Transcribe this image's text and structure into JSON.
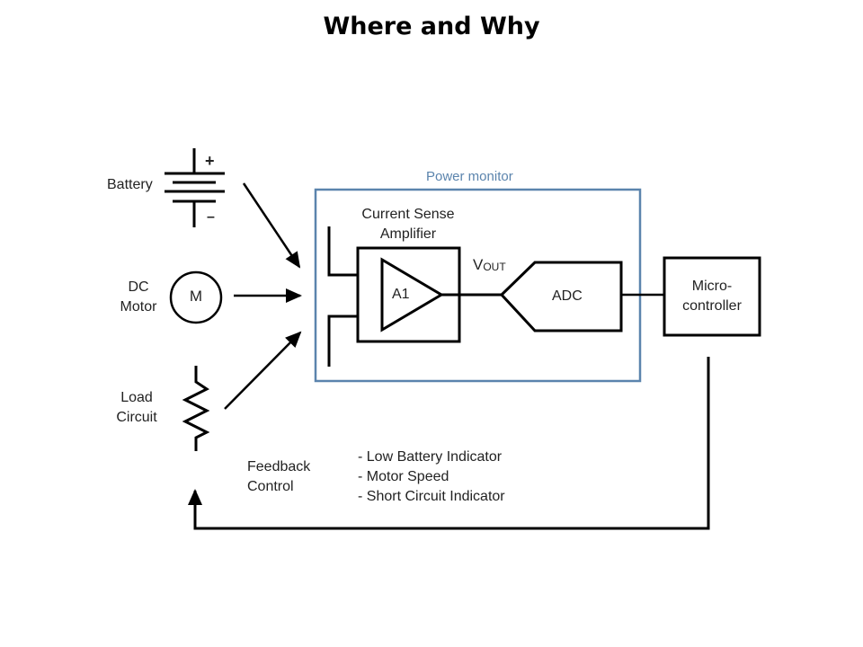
{
  "title": "Where and Why",
  "sources": {
    "battery": {
      "label": "Battery",
      "plus": "+",
      "minus": "–"
    },
    "motor": {
      "label_line1": "DC",
      "label_line2": "Motor",
      "symbol": "M"
    },
    "load": {
      "label_line1": "Load",
      "label_line2": "Circuit"
    }
  },
  "power_monitor": {
    "label": "Power monitor",
    "border_color": "#5b84ad",
    "amplifier": {
      "label_line1": "Current Sense",
      "label_line2": "Amplifier",
      "symbol": "A1"
    },
    "output": {
      "label": "V",
      "subscript": "OUT"
    },
    "adc": {
      "label": "ADC"
    }
  },
  "microcontroller": {
    "label_line1": "Micro-",
    "label_line2": "controller"
  },
  "feedback": {
    "label_line1": "Feedback",
    "label_line2": "Control",
    "items": [
      "- Low Battery Indicator",
      "- Motor Speed",
      "- Short Circuit Indicator"
    ]
  }
}
